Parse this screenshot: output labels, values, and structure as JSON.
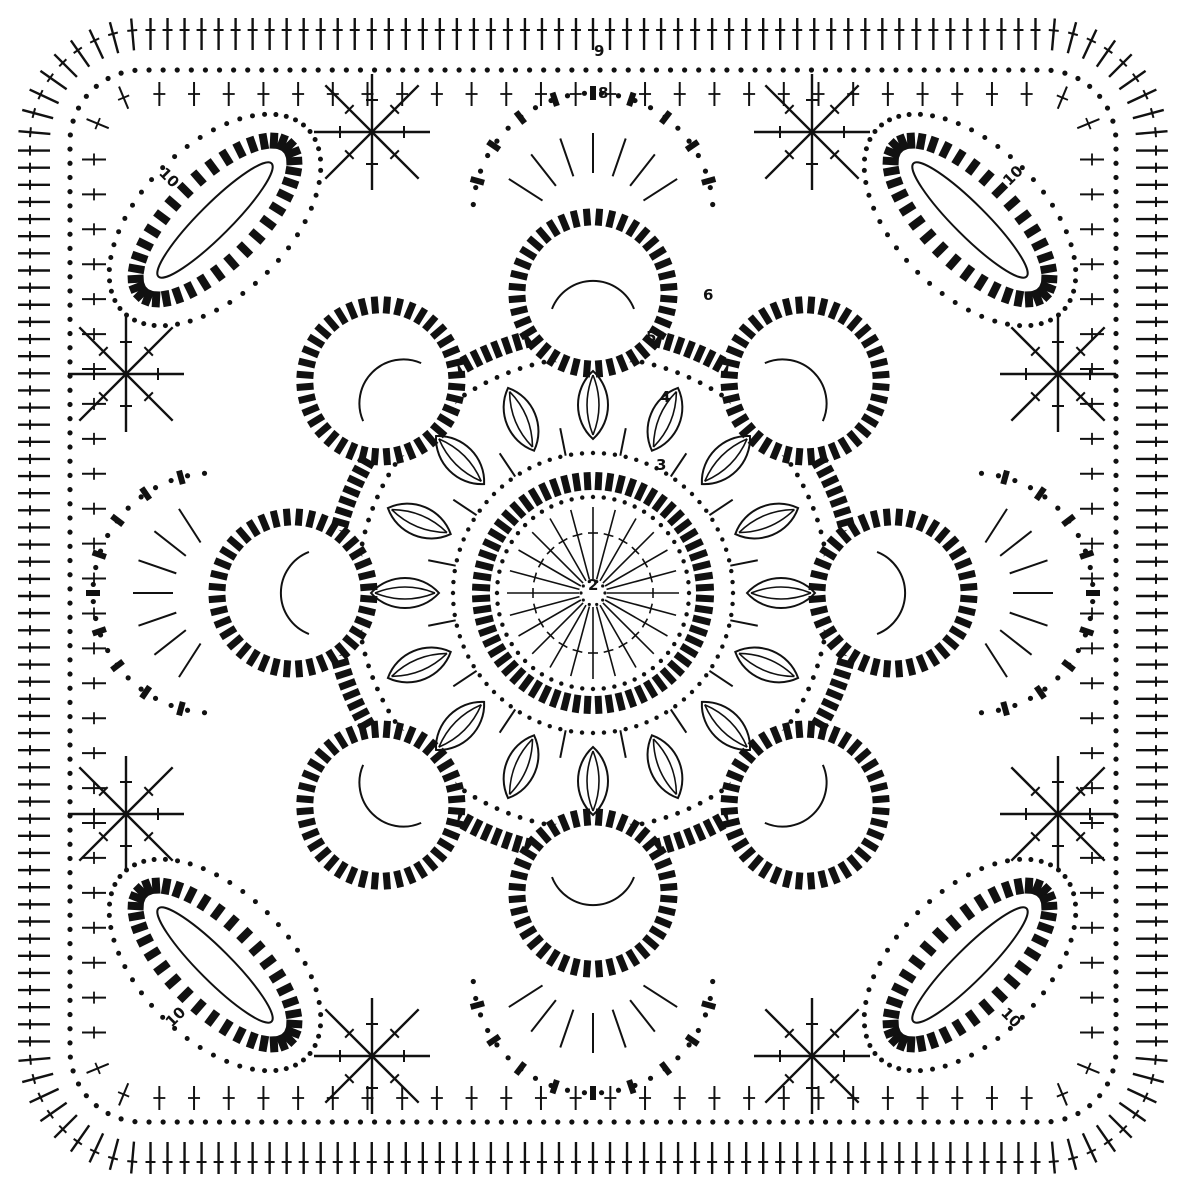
{
  "diagram": {
    "colors": {
      "ink": "#111111",
      "paper": "#ffffff"
    },
    "row_labels": {
      "center": "2",
      "r3": "3",
      "r4": "4",
      "r5": "5",
      "r6": "6",
      "r8": "8",
      "r9": "9",
      "corner_tl": "10",
      "corner_tr": "10",
      "corner_bl": "10",
      "corner_br": "10"
    }
  }
}
